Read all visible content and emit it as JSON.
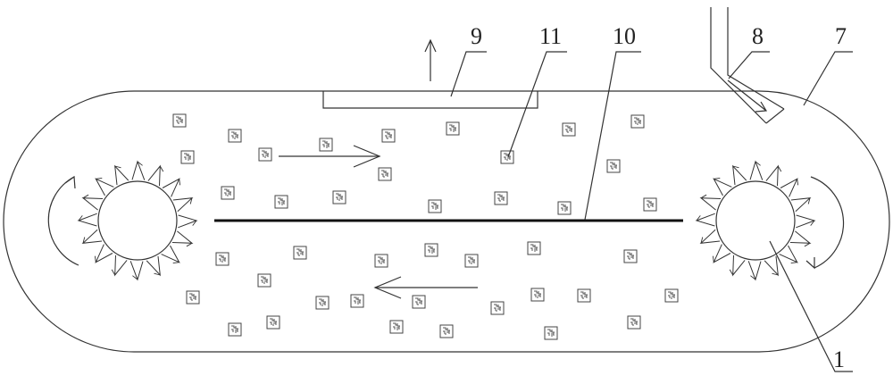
{
  "labels": {
    "l1": "1",
    "l7": "7",
    "l8": "8",
    "l9": "9",
    "l10": "10",
    "l11": "11"
  },
  "colors": {
    "line": "#333333",
    "partition": "#111111",
    "background": "#ffffff"
  },
  "particle_count": 46
}
